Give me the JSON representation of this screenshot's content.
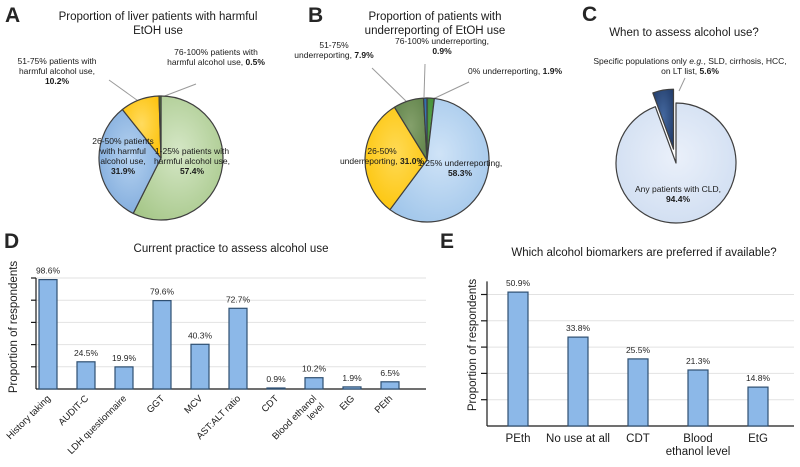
{
  "panel_letters": [
    "A",
    "B",
    "C",
    "D",
    "E"
  ],
  "chart_data": [
    {
      "panel": "A",
      "type": "pie",
      "title": "Proportion of liver patients with harmful EtOH use",
      "slices": [
        {
          "label": "1-25% patients with harmful alcohol use,",
          "pct": "57.4%",
          "value": 57.4,
          "color_center": "#d5e7c6",
          "color_edge": "#a3c585"
        },
        {
          "label": "26-50% patients with harmful alcohol use,",
          "pct": "31.9%",
          "value": 31.9,
          "color_center": "#b5d2f0",
          "color_edge": "#78a5d9"
        },
        {
          "label": "51-75%  patients with harmful alcohol use,",
          "pct": "10.2%",
          "value": 10.2,
          "color_center": "#ffdb5e",
          "color_edge": "#febf00"
        },
        {
          "label": "76-100% patients with harmful alcohol use,",
          "pct": "0.5%",
          "value": 0.5,
          "color_center": "#5d8a42",
          "color_edge": "#47702f"
        }
      ]
    },
    {
      "panel": "B",
      "type": "pie",
      "title": "Proportion of patients with underreporting of EtOH use",
      "slices": [
        {
          "label": "0% underreporting,",
          "pct": "1.9%",
          "value": 1.9,
          "color_center": "#57a449",
          "color_edge": "#3f8636"
        },
        {
          "label": "1-25% underreporting,",
          "pct": "58.3%",
          "value": 58.3,
          "color_center": "#cfe3f7",
          "color_edge": "#9cc3e9"
        },
        {
          "label": "26-50% underreporting,",
          "pct": "31.0%",
          "value": 31.0,
          "color_center": "#ffda55",
          "color_edge": "#fcc200"
        },
        {
          "label": "51-75% underreporting,",
          "pct": "7.9%",
          "value": 7.9,
          "color_center": "#84a06b",
          "color_edge": "#5e8148"
        },
        {
          "label": "76-100% underreporting,",
          "pct": "0.9%",
          "value": 0.9,
          "color_center": "#3f7fc1",
          "color_edge": "#2a62a0"
        }
      ]
    },
    {
      "panel": "C",
      "type": "pie",
      "title": "When to assess alcohol use?",
      "slices": [
        {
          "label": "Any patients with CLD,",
          "pct": "94.4%",
          "value": 94.4,
          "color_center": "#eaf0fa",
          "color_edge": "#ccdbf0"
        },
        {
          "label_pre": "Specific populations only ",
          "label_italic": "e.g.",
          "label_post": ", SLD, cirrhosis, HCC, on LT list,",
          "pct": "5.6%",
          "value": 5.6,
          "color_center": "#44689f",
          "color_edge": "#1f3864",
          "exploded": true
        }
      ]
    },
    {
      "panel": "D",
      "type": "bar",
      "title": "Current practice to assess alcohol use",
      "ylabel": "Proportion of respondents",
      "categories": [
        "History taking",
        "AUDIT-C",
        "LDH questionnaire",
        "GGT",
        "MCV",
        "AST:ALT ratio",
        "CDT",
        "Blood ethanol\nlevel",
        "EtG",
        "PEth"
      ],
      "values": [
        98.6,
        24.5,
        19.9,
        79.6,
        40.3,
        72.7,
        0.9,
        10.2,
        1.9,
        6.5
      ],
      "value_labels": [
        "98.6%",
        "24.5%",
        "19.9%",
        "79.6%",
        "40.3%",
        "72.7%",
        "0.9%",
        "10.2%",
        "1.9%",
        "6.5%"
      ],
      "ylim": [
        0,
        100
      ],
      "ytick_step": 20,
      "grid": true,
      "bar_color": "#8cb8e8",
      "bar_border": "#2f4f71"
    },
    {
      "panel": "E",
      "type": "bar",
      "title": "Which alcohol biomarkers are preferred if available?",
      "ylabel": "Proportion of respondents",
      "categories": [
        "PEth",
        "No use at all",
        "CDT",
        "Blood\nethanol level",
        "EtG"
      ],
      "values": [
        50.9,
        33.8,
        25.5,
        21.3,
        14.8
      ],
      "value_labels": [
        "50.9%",
        "33.8%",
        "25.5%",
        "21.3%",
        "14.8%"
      ],
      "ylim": [
        0,
        55
      ],
      "ytick_step": 10,
      "grid": true,
      "bar_color": "#8cb8e8",
      "bar_border": "#2f4f71"
    }
  ]
}
